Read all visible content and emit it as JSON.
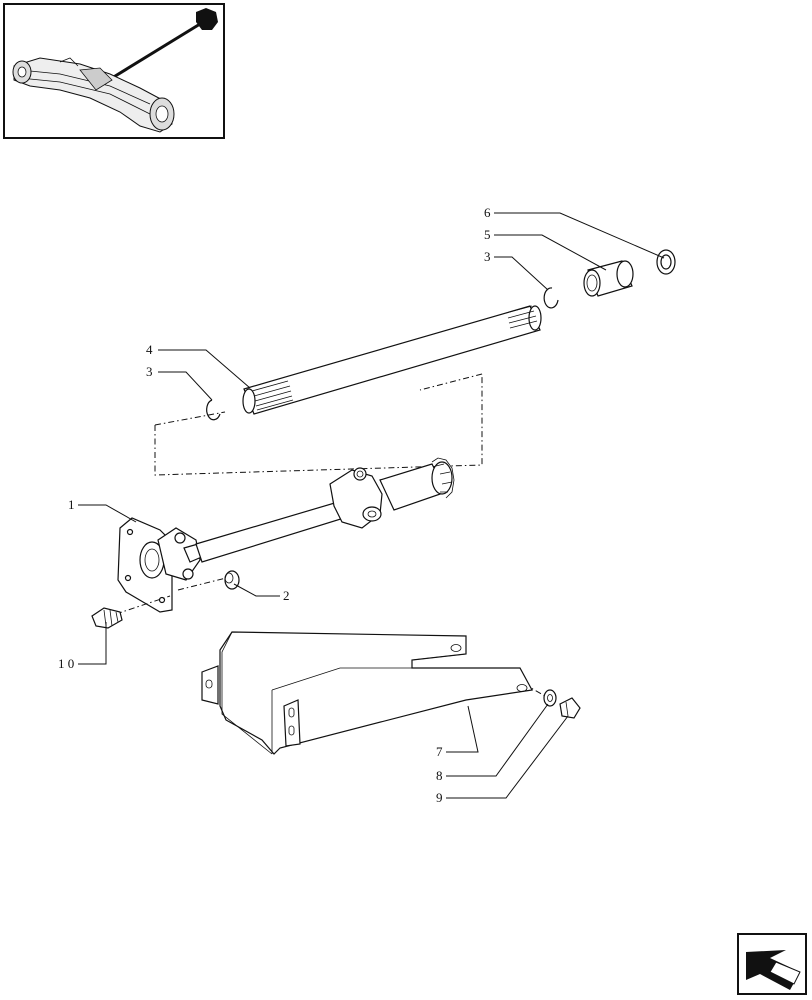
{
  "callouts": {
    "c1": "1",
    "c2": "2",
    "c3a": "3",
    "c3b": "3",
    "c4": "4",
    "c5": "5",
    "c6": "6",
    "c7": "7",
    "c8": "8",
    "c9": "9",
    "c10": "1 0"
  },
  "icons": {
    "thumbnail": "axle-assembly-thumbnail",
    "nav": "next-page-arrow-icon"
  }
}
